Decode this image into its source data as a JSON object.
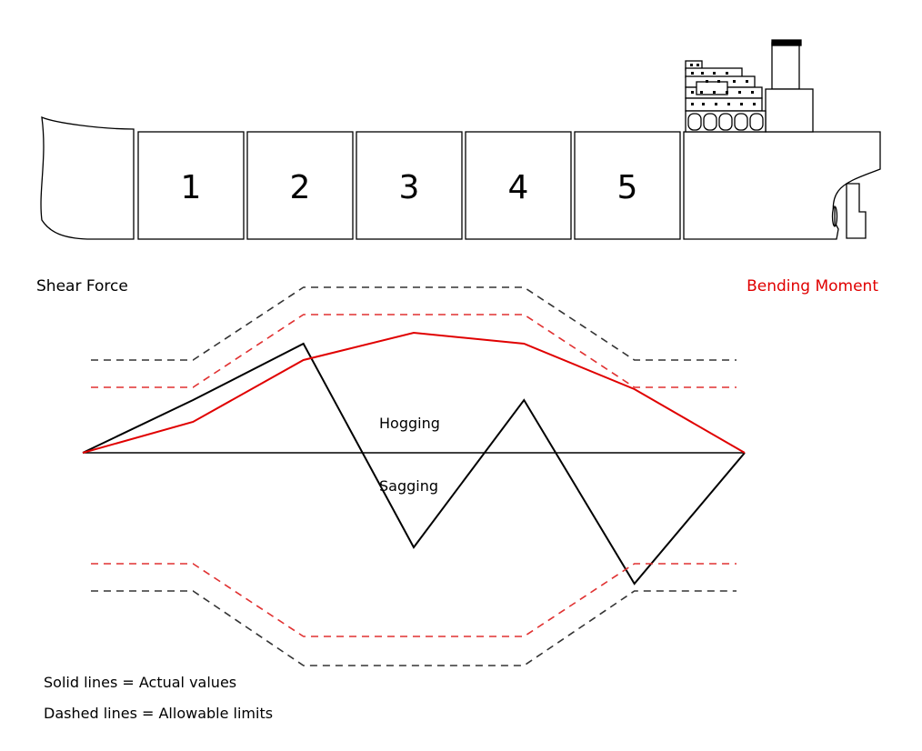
{
  "holds": [
    "1",
    "2",
    "3",
    "4",
    "5"
  ],
  "labels": {
    "shear_force": "Shear Force",
    "bending_moment": "Bending Moment",
    "hogging": "Hogging",
    "sagging": "Sagging"
  },
  "legend": {
    "solid": "Solid lines = Actual values",
    "dashed": "Dashed lines = Allowable limits"
  },
  "colors": {
    "shear_force": "#000000",
    "bending_moment": "#e00000",
    "shear_limit": "#333333",
    "bending_limit": "#e03030"
  },
  "chart_data": {
    "type": "line",
    "categories": [
      "0",
      "1",
      "2",
      "3",
      "4",
      "5",
      "6"
    ],
    "series": [
      {
        "name": "Shear Force",
        "line": "solid",
        "values": [
          0,
          0.29,
          0.6,
          -0.52,
          0.29,
          -0.72,
          0
        ]
      },
      {
        "name": "Bending Moment",
        "line": "solid",
        "values": [
          0,
          0.17,
          0.51,
          0.66,
          0.6,
          0.35,
          0
        ]
      },
      {
        "name": "Shear Force",
        "line": "dashed",
        "values": [
          0.51,
          0.51,
          0.91,
          0.91,
          0.91,
          0.51,
          0.51
        ]
      },
      {
        "name": "Shear Force",
        "line": "dashed",
        "values": [
          -0.76,
          -0.76,
          -1.17,
          -1.17,
          -1.17,
          -0.76,
          -0.76
        ]
      },
      {
        "name": "Bending Moment",
        "line": "dashed",
        "values": [
          0.36,
          0.36,
          0.76,
          0.76,
          0.76,
          0.36,
          0.36
        ]
      },
      {
        "name": "Bending Moment",
        "line": "dashed",
        "values": [
          -0.61,
          -0.61,
          -1.01,
          -1.01,
          -1.01,
          -0.61,
          -0.61
        ]
      }
    ],
    "ylim": [
      -1.3,
      1.3
    ],
    "grid": false
  }
}
